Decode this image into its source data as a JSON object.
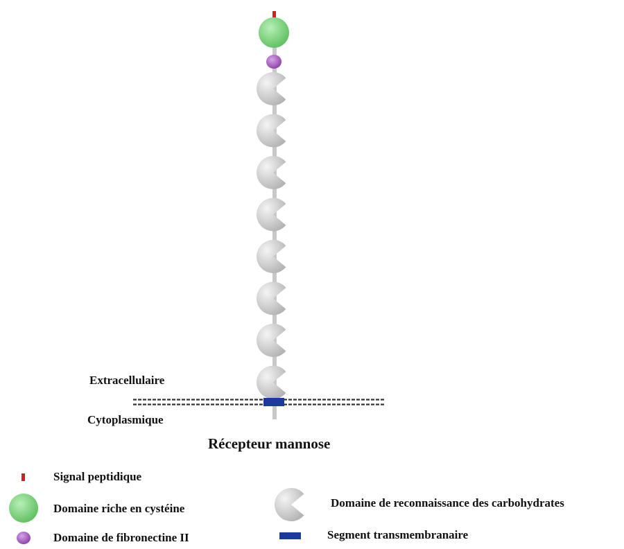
{
  "labels": {
    "extracellular": "Extracellulaire",
    "cytoplasmic": "Cytoplasmique",
    "title": "Récepteur mannose"
  },
  "legend": [
    {
      "key": "signal",
      "icon": "signal-peptide-icon",
      "label": "Signal peptidique"
    },
    {
      "key": "cysteine",
      "icon": "cysteine-rich-domain-icon",
      "label": "Domaine riche en cystéine"
    },
    {
      "key": "fibronectin",
      "icon": "fibronectin-domain-icon",
      "label": "Domaine de fibronectine II"
    },
    {
      "key": "crd",
      "icon": "carbohydrate-recognition-domain-icon",
      "label": "Domaine de reconnaissance des carbohydrates"
    },
    {
      "key": "tm",
      "icon": "transmembrane-segment-icon",
      "label": "Segment transmembranaire"
    }
  ],
  "crd_count": 8,
  "colors": {
    "signal": "#cc2222",
    "cysteine": "#7fd07f",
    "fibronectin": "#9b4fb5",
    "crd": "#cfcfcf",
    "transmembrane": "#1c3a9e",
    "membrane": "#333333",
    "stalk": "#c8c8c8"
  }
}
